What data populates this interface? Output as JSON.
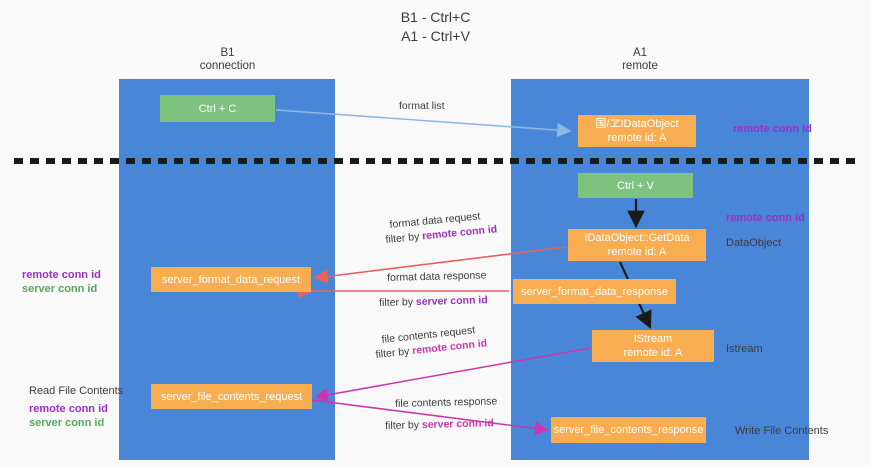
{
  "title": "B1 - Ctrl+C\nA1 - Ctrl+V",
  "title_line1": "B1 - Ctrl+C",
  "title_line2": "A1 - Ctrl+V",
  "colors": {
    "lane": "#4a86d8",
    "green_box": "#7dc37f",
    "orange_box": "#f9ad51",
    "purple_text": "#9b30c9",
    "green_text": "#5aa45c",
    "magenta_text": "#cc36aa",
    "red_arrow": "#e8615a",
    "blue_arrow": "#8fb8e0",
    "black_arrow": "#1a1a1a",
    "background": "#f9f9f9"
  },
  "columns": [
    {
      "name": "B1",
      "sub": "connection"
    },
    {
      "name": "A1",
      "sub": "remote"
    }
  ],
  "boxes": {
    "ctrl_c": {
      "label": "Ctrl + C",
      "kind": "green"
    },
    "idataobject": {
      "line1": "国/ヱIDataObject",
      "line2": "remote id: A",
      "kind": "orange"
    },
    "ctrl_v": {
      "label": "Ctrl + V",
      "kind": "green"
    },
    "getdata": {
      "line1": "IDataObject::GetData",
      "line2": "remote id: A",
      "kind": "orange"
    },
    "server_format_data_request": {
      "label": "server_format_data_request",
      "kind": "orange"
    },
    "server_format_data_response": {
      "label": "server_format_data_response",
      "kind": "orange"
    },
    "istream": {
      "line1": "IStream",
      "line2": "remote id: A",
      "kind": "orange"
    },
    "server_file_contents_request": {
      "label": "server_file_contents_request",
      "kind": "orange"
    },
    "server_file_contents_response": {
      "label": "server_file_contents_response",
      "kind": "orange"
    }
  },
  "edge_labels": {
    "format_list": "format list",
    "format_data_request": "format data request",
    "format_data_request_filter_prefix": "filter by ",
    "format_data_request_filter_key": "remote conn id",
    "format_data_response": "format data response",
    "format_data_response_filter_prefix": "filter by ",
    "format_data_response_filter_key": "server conn id",
    "file_contents_request": "file contents request",
    "file_contents_request_filter_prefix": "filter by ",
    "file_contents_request_filter_key": "remote conn id",
    "file_contents_response": "file contents response",
    "file_contents_response_filter_prefix": "filter by ",
    "file_contents_response_filter_key": "server conn id"
  },
  "side_labels": {
    "right_remote_conn_id_top": "remote conn id",
    "right_remote_conn_id_mid": "remote conn id",
    "dataobject": "DataObject",
    "istream": "Istream",
    "write_file_contents": "Write File Contents",
    "left_remote_conn_id_mid": "remote conn id",
    "left_server_conn_id_mid": "server conn id",
    "read_file_contents": "Read File Contents",
    "left_remote_conn_id_bottom": "remote conn id",
    "left_server_conn_id_bottom": "server conn id"
  }
}
